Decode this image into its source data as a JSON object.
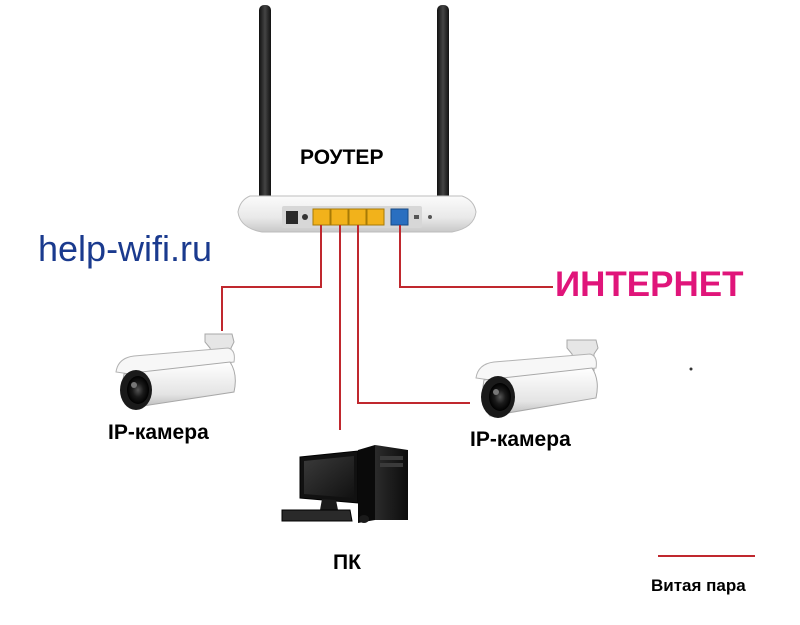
{
  "labels": {
    "router": "РОУТЕР",
    "site": "help-wifi.ru",
    "internet": "ИНТЕРНЕТ",
    "camera_left": "IP-камера",
    "camera_right": "IP-камера",
    "pc": "ПК",
    "legend": "Витая пара"
  },
  "colors": {
    "cable": "#c0282e",
    "internet": "#e0157a",
    "site": "#1a3a8e",
    "lan_port": "#f2b21b",
    "wan_port": "#2a6fc0"
  },
  "icons": [
    "router-icon",
    "ip-camera-icon",
    "desktop-pc-icon",
    "twisted-pair-legend-line"
  ]
}
